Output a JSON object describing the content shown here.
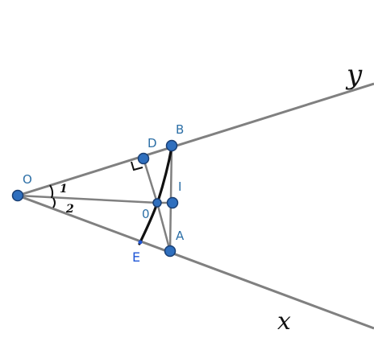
{
  "colors": {
    "line": "#808080",
    "point_fill": "#2f6fbe",
    "point_stroke": "#1a3f73",
    "label": "#2c6fa6",
    "label_e": "#1f56d6",
    "ink": "#111111"
  },
  "labels": {
    "O": "O",
    "D": "D",
    "B": "B",
    "I": "I",
    "A": "A",
    "E": "E",
    "center": "0",
    "angle1": "1",
    "angle2": "2",
    "ray_y": "y",
    "ray_x": "x"
  }
}
